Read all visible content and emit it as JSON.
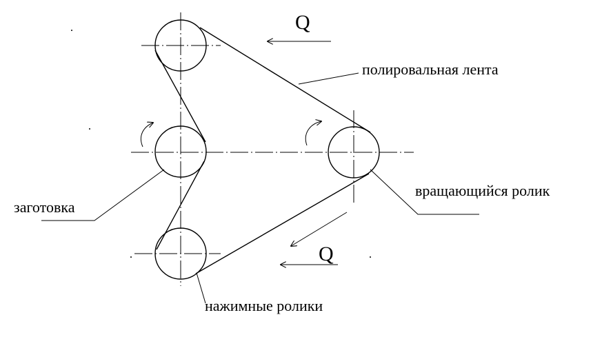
{
  "labels": {
    "belt": "полировальная лента",
    "workpiece": "заготовка",
    "drive_roller": "вращающийся ролик",
    "pressure_rollers": "нажимные ролики"
  },
  "force": {
    "top": "Q",
    "bottom": "Q"
  }
}
